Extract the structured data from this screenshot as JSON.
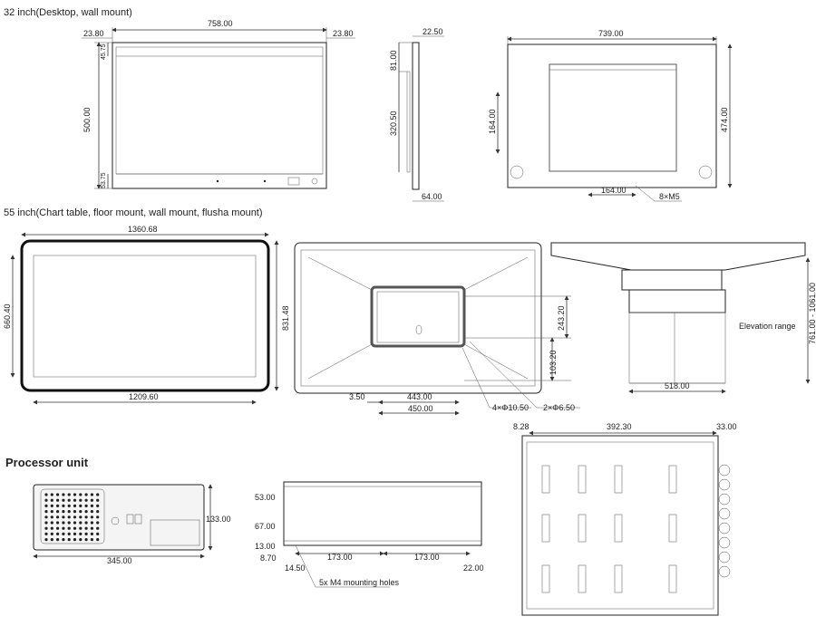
{
  "sections": {
    "desktop": "32 inch(Desktop, wall mount)",
    "chart": "55 inch(Chart table, floor mount, wall mount, flusha mount)",
    "processor": "Processor unit"
  },
  "d32": {
    "width": "758.00",
    "bezel_l": "23.80",
    "bezel_r": "23.80",
    "height": "500.00",
    "top": "45.75",
    "bottom": "53.75",
    "depth": "22.50",
    "side_top": "81.00",
    "side_mid": "320.50",
    "side_bottom": "64.00",
    "back_w": "739.00",
    "back_h": "474.00",
    "back_inner_h": "164.00",
    "back_bottom": "164.00",
    "screw": "8×M5"
  },
  "d55": {
    "width": "1360.68",
    "height_l": "660.40",
    "height_r": "831.48",
    "inner_w": "1209.60",
    "back_h1": "243.20",
    "back_h2": "103.20",
    "offset": "3.50",
    "w443": "443.00",
    "w450": "450.00",
    "holes1": "4×Φ10.50",
    "holes2": "2×Φ6.50",
    "stand_w": "518.00",
    "elev": "761.00 - 1061.00",
    "elev_label": "Elevation range"
  },
  "proc": {
    "front_w": "345.00",
    "front_h": "133.00",
    "s53": "53.00",
    "s67": "67.00",
    "s13": "13.00",
    "s870": "8.70",
    "s1450": "14.50",
    "s173a": "173.00",
    "s173b": "173.00",
    "s22": "22.00",
    "holes": "5x M4 mounting holes",
    "t828": "8.28",
    "t392": "392.30",
    "t33": "33.00"
  }
}
